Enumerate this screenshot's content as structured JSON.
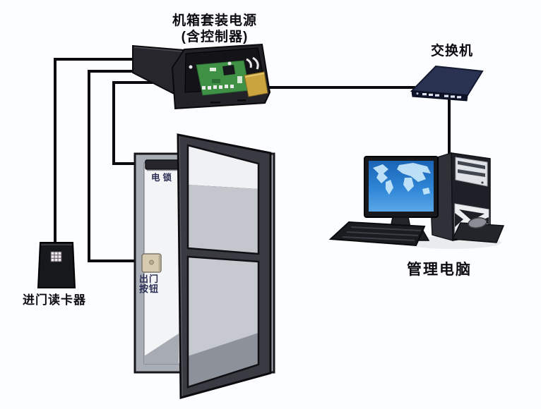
{
  "diagram": {
    "type": "access-control-system-wiring-diagram",
    "background_color": "#fcfdfe",
    "labels": {
      "controller": {
        "line1": "机箱套装电源",
        "line2": "(含控制器)"
      },
      "network_switch": "交换机",
      "management_computer": "管理电脑",
      "entry_card_reader": "进门读卡器",
      "electric_lock": "电锁",
      "exit_button": {
        "line1": "出门",
        "line2": "按钮"
      }
    },
    "components": [
      "controller-power-box",
      "network-switch",
      "management-computer",
      "entry-card-reader",
      "door-with-electric-lock",
      "exit-button"
    ],
    "connections": [
      {
        "from": "controller-power-box",
        "to": "entry-card-reader"
      },
      {
        "from": "controller-power-box",
        "to": "exit-button"
      },
      {
        "from": "controller-power-box",
        "to": "electric-lock"
      },
      {
        "from": "controller-power-box",
        "to": "network-switch"
      },
      {
        "from": "network-switch",
        "to": "management-computer"
      }
    ],
    "colors": {
      "wire": "#0b0b0d",
      "chassis_black": "#222228",
      "pcb_green": "#3f9146",
      "transformer_gold": "#c9a43f",
      "switch_navy": "#2a3252",
      "door_frame_gray": "#a9adb6",
      "door_leaf_charcoal": "#3a3b42",
      "glass_gray": "#c6c9cf",
      "exit_button_beige": "#d6cbb0",
      "screen_blue": "#1d6fc2",
      "label_navy": "#2b2f55"
    }
  }
}
